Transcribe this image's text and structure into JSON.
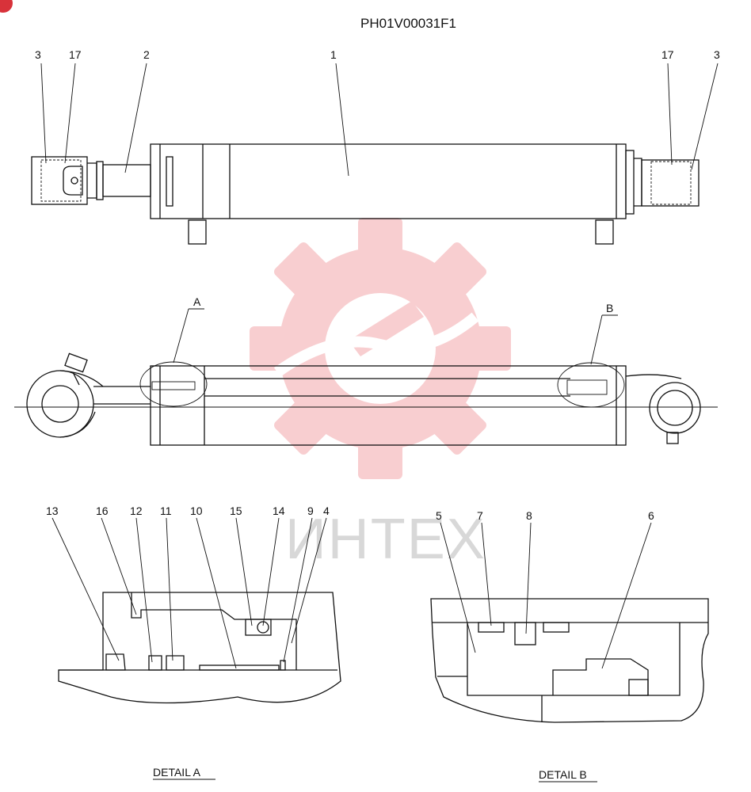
{
  "drawing_code": "PH01V00031F1",
  "callouts": {
    "top": [
      "3",
      "17",
      "2",
      "1",
      "17",
      "3"
    ],
    "section": [
      "A",
      "B"
    ],
    "detail_a": [
      "13",
      "16",
      "12",
      "11",
      "10",
      "15",
      "14",
      "9",
      "4"
    ],
    "detail_b": [
      "5",
      "7",
      "8",
      "6"
    ]
  },
  "captions": {
    "detail_a": "DETAIL  A",
    "detail_b": "DETAIL  B"
  },
  "watermark": "ИНТЕХ",
  "colors": {
    "watermark_gear": "#f7c6c8",
    "badge": "#d8323a"
  }
}
